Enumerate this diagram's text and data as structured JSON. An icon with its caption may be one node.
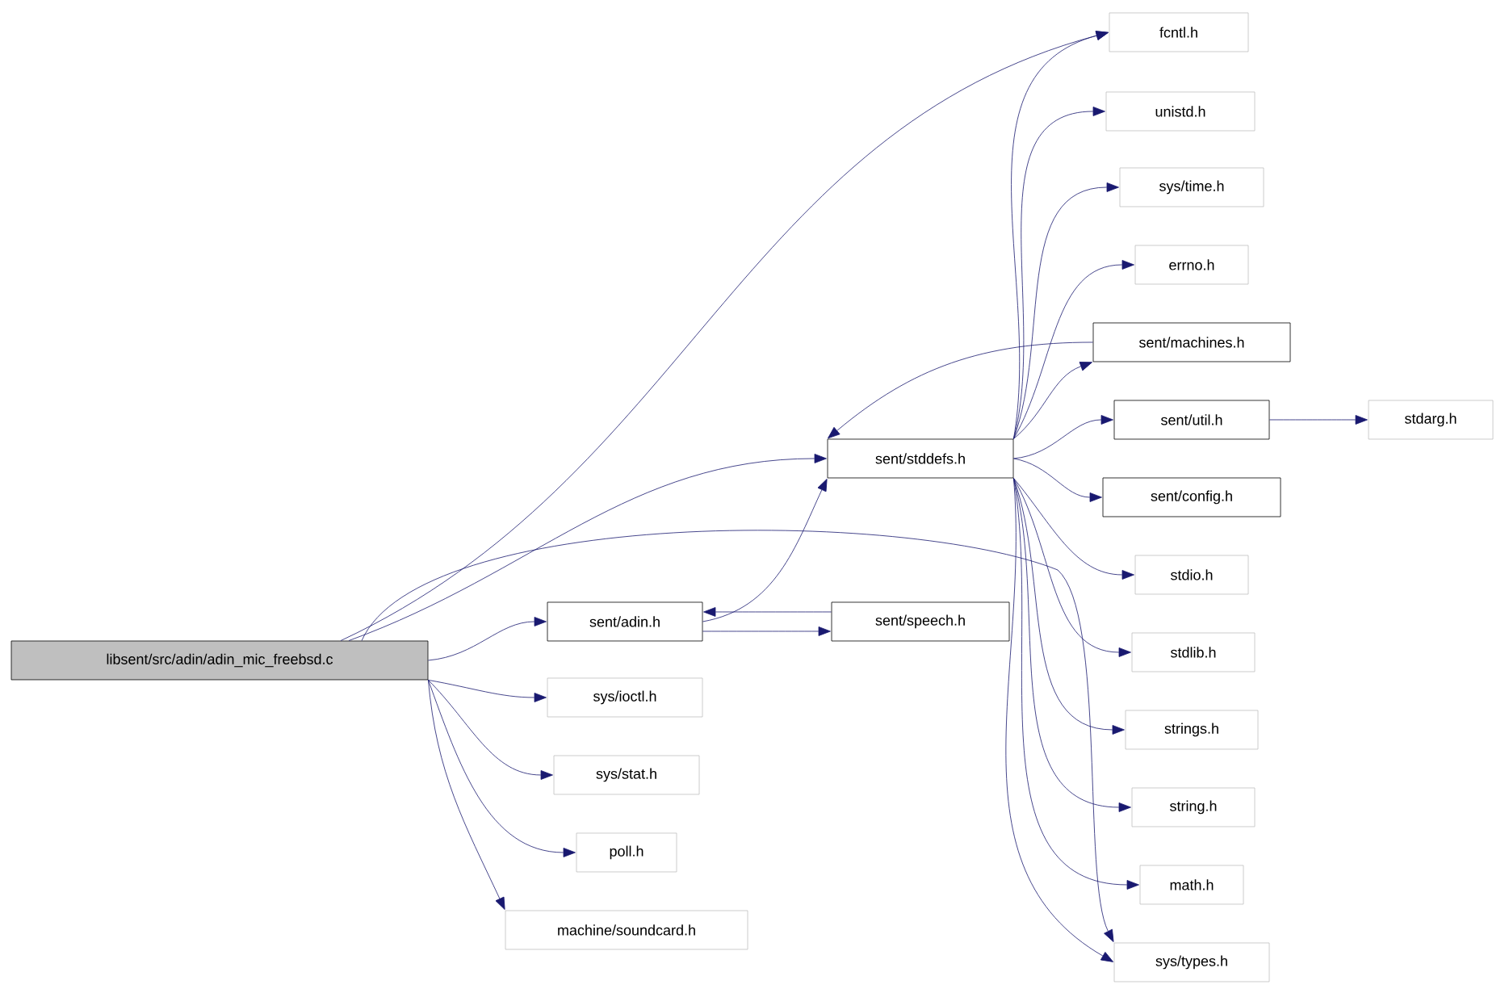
{
  "diagram": {
    "nodes": [
      {
        "text": [
          "libsent/src/adin/adin_mic_freebsd.c"
        ]
      },
      {
        "text": [
          "fcntl.h"
        ]
      },
      {
        "text": [
          "unistd.h"
        ]
      },
      {
        "text": [
          "sys/time.h"
        ]
      },
      {
        "text": [
          "errno.h"
        ]
      },
      {
        "text": [
          "sent/machines.h"
        ]
      },
      {
        "text": [
          "sent/util.h"
        ]
      },
      {
        "text": [
          "stdarg.h"
        ]
      },
      {
        "text": [
          "sent/stddefs.h"
        ]
      },
      {
        "text": [
          "sent/config.h"
        ]
      },
      {
        "text": [
          "stdio.h"
        ]
      },
      {
        "text": [
          "stdlib.h"
        ]
      },
      {
        "text": [
          "strings.h"
        ]
      },
      {
        "text": [
          "string.h"
        ]
      },
      {
        "text": [
          "math.h"
        ]
      },
      {
        "text": [
          "sys/types.h"
        ]
      },
      {
        "text": [
          "sent/adin.h"
        ]
      },
      {
        "text": [
          "sent/speech.h"
        ]
      },
      {
        "text": [
          "sys/ioctl.h"
        ]
      },
      {
        "text": [
          "sys/stat.h"
        ]
      },
      {
        "text": [
          "poll.h"
        ]
      },
      {
        "text": [
          "machine/soundcard.h"
        ]
      }
    ],
    "edges": [
      {
        "from": 0,
        "to": 1,
        "arrow": "to"
      },
      {
        "from": 0,
        "to": 8,
        "arrow": "to"
      },
      {
        "from": 0,
        "to": 15,
        "arrow": "to"
      },
      {
        "from": 0,
        "to": 16,
        "arrow": "to"
      },
      {
        "from": 0,
        "to": 18,
        "arrow": "to"
      },
      {
        "from": 0,
        "to": 19,
        "arrow": "to"
      },
      {
        "from": 0,
        "to": 20,
        "arrow": "to"
      },
      {
        "from": 0,
        "to": 21,
        "arrow": "to"
      },
      {
        "from": 8,
        "to": 1,
        "arrow": "to"
      },
      {
        "from": 8,
        "to": 2,
        "arrow": "to"
      },
      {
        "from": 8,
        "to": 3,
        "arrow": "to"
      },
      {
        "from": 8,
        "to": 4,
        "arrow": "to"
      },
      {
        "from": 8,
        "to": 5,
        "arrow": "to"
      },
      {
        "from": 8,
        "to": 6,
        "arrow": "to"
      },
      {
        "from": 8,
        "to": 9,
        "arrow": "to"
      },
      {
        "from": 8,
        "to": 10,
        "arrow": "to"
      },
      {
        "from": 8,
        "to": 11,
        "arrow": "to"
      },
      {
        "from": 8,
        "to": 12,
        "arrow": "to"
      },
      {
        "from": 8,
        "to": 13,
        "arrow": "to"
      },
      {
        "from": 8,
        "to": 14,
        "arrow": "to"
      },
      {
        "from": 8,
        "to": 15,
        "arrow": "to"
      },
      {
        "from": 6,
        "to": 7,
        "arrow": "to"
      },
      {
        "from": 5,
        "to": 8,
        "arrow": "to"
      },
      {
        "from": 16,
        "to": 8,
        "arrow": "to"
      },
      {
        "from": 16,
        "to": 17,
        "arrow": "to"
      },
      {
        "from": 17,
        "to": 16,
        "arrow": "to"
      }
    ]
  }
}
